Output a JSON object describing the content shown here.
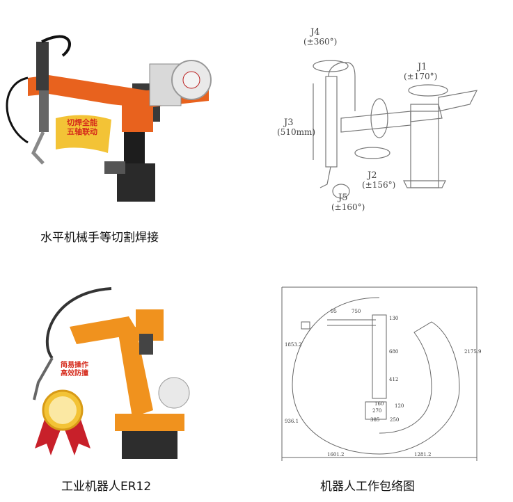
{
  "panels": [
    {
      "caption": "水平机械手等切割焊接",
      "badge_line1": "切焊全能",
      "badge_line2": "五轴联动"
    },
    {
      "labels": {
        "j4": "J4",
        "j4_range": "(±360°)",
        "j1": "J1",
        "j1_range": "(±170°)",
        "j3": "J3",
        "j3_range": "(510mm)",
        "j2": "J2",
        "j2_range": "(±156°)",
        "j5": "J5",
        "j5_range": "(±160°)"
      }
    },
    {
      "caption": "工业机器人ER12",
      "badge_line1": "简易操作",
      "badge_line2": "高效防撞"
    },
    {
      "caption": "机器人工作包络图",
      "dims": {
        "d95": "95",
        "d750": "750",
        "d130": "130",
        "d680": "680",
        "d412": "412",
        "d160": "160",
        "d270": "270",
        "d385": "385",
        "d250": "250",
        "d120": "120",
        "d1853": "1853.2",
        "d936": "936.1",
        "d2175": "2175.9",
        "d1601": "1601.2",
        "d1281": "1281.2"
      }
    }
  ],
  "colors": {
    "robot_orange": "#e8621e",
    "er12_orange": "#f0921e",
    "badge_gold": "#f3c336",
    "ribbon_red": "#c8202a",
    "badge_text_red": "#d52a1b",
    "line_gray": "#8a8a8a"
  }
}
